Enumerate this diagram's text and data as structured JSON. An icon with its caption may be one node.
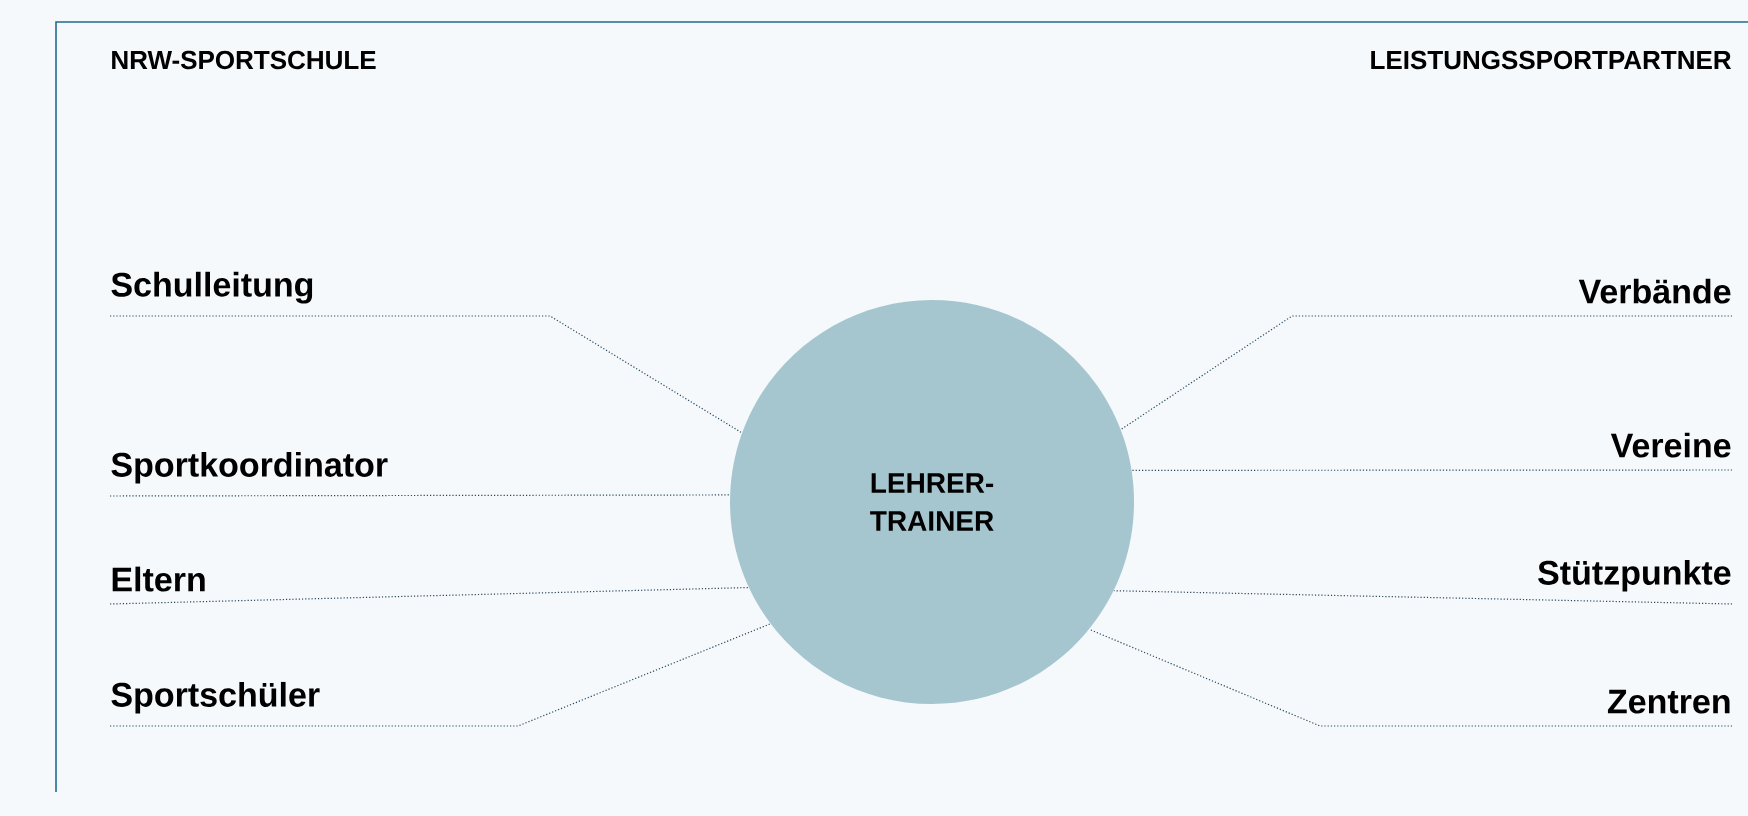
{
  "diagram": {
    "nodes": [
      {
        "text": [
          "LEHRER- TRAINER"
        ]
      },
      {
        "text": [
          "Schulleitung"
        ]
      },
      {
        "text": [
          "Sportkoordinator"
        ]
      },
      {
        "text": [
          "Eltern"
        ]
      },
      {
        "text": [
          "Sportschüler"
        ]
      },
      {
        "text": [
          "Verbände"
        ]
      },
      {
        "text": [
          "Vereine"
        ]
      },
      {
        "text": [
          "Stützpunkte"
        ]
      },
      {
        "text": [
          "Zentren"
        ]
      }
    ],
    "edges": [
      {
        "from": 1,
        "to": 0,
        "arrow": "none"
      },
      {
        "from": 2,
        "to": 0,
        "arrow": "none"
      },
      {
        "from": 3,
        "to": 0,
        "arrow": "none"
      },
      {
        "from": 4,
        "to": 0,
        "arrow": "none"
      },
      {
        "from": 5,
        "to": 0,
        "arrow": "none"
      },
      {
        "from": 6,
        "to": 0,
        "arrow": "none"
      },
      {
        "from": 7,
        "to": 0,
        "arrow": "none"
      },
      {
        "from": 8,
        "to": 0,
        "arrow": "none"
      }
    ],
    "labels": [
      "NRW-SPORTSCHULE",
      "LEISTUNGSSPORTPARTNER"
    ]
  }
}
